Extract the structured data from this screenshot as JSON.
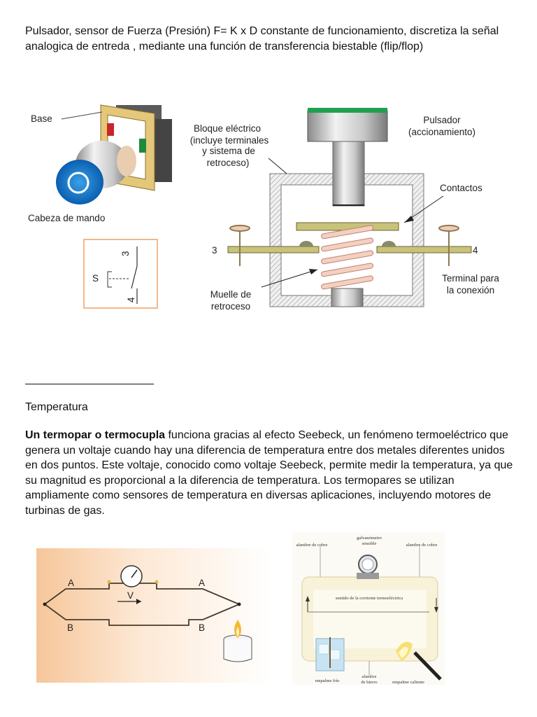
{
  "intro": {
    "text": "Pulsador, sensor de Fuerza (Presión)    F= K x  D    constante de funcionamiento, discretiza la señal analogica de entreda , mediante una función de transferencia biestable (flip/flop)"
  },
  "pushbutton_figure": {
    "base": "Base",
    "cabeza": "Cabeza de mando",
    "bloque": [
      "Bloque eléctrico",
      "(incluye terminales",
      "y sistema de",
      "retroceso)"
    ],
    "pulsador": [
      "Pulsador",
      "(accionamiento)"
    ],
    "contactos": "Contactos",
    "terminal_3": "3",
    "terminal_4": "4",
    "muelle": [
      "Muelle de",
      "retroceso"
    ],
    "terminal_conexion": [
      "Terminal para",
      "la conexión"
    ],
    "symbol": {
      "s": "S",
      "t3": "3",
      "t4": "4"
    }
  },
  "temperatura": {
    "heading": "Temperatura",
    "bold": "Un termopar o termocupla",
    "text": "  funciona gracias al efecto Seebeck, un fenómeno termoeléctrico que genera un voltaje cuando hay una diferencia de temperatura entre dos metales diferentes unidos en dos puntos. Este voltaje, conocido como voltaje Seebeck, permite medir la temperatura, ya que su magnitud es proporcional a la diferencia de temperatura. Los termopares se utilizan ampliamente como sensores de temperatura en diversas aplicaciones, incluyendo motores de turbinas de gas."
  },
  "thermocouple_figure": {
    "a_left": "A",
    "a_right": "A",
    "b_left": "B",
    "b_right": "B",
    "v": "V"
  },
  "seebeck_figure": {
    "alambre_cobre_left": "alambre de cobre",
    "galvanometro": [
      "galvanómetro",
      "sensible"
    ],
    "alambre_cobre_right": "alambre de cobre",
    "sentido": "sentido de la corriente termoeléctrica",
    "empalme_frio": "empalme frío",
    "alambre_hierro": [
      "alambre",
      "de hierro"
    ],
    "empalme_caliente": "empalme caliente"
  }
}
